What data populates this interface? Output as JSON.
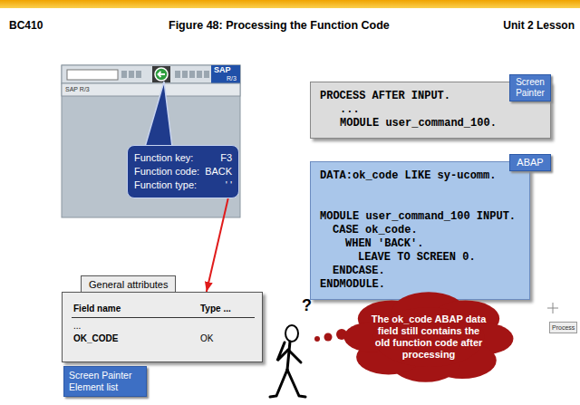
{
  "diagram": {
    "title": "Figure 48: Processing the Function Code",
    "nodes": [
      {
        "text": [
          "SAP R/3"
        ]
      },
      {
        "text": [
          "Function key:",
          "F3",
          "Function code:",
          "BACK",
          "Function type:",
          "' '"
        ],
        "in": 0
      },
      {
        "text": [
          "PROCESS AFTER INPUT.",
          "...",
          "MODULE user_command_100."
        ]
      },
      {
        "text": [
          "Screen Painter"
        ]
      },
      {
        "text": [
          "DATA:ok_code LIKE sy-ucomm.",
          "MODULE user_command_100 INPUT.",
          "CASE ok_code.",
          "WHEN 'BACK'.",
          "LEAVE TO SCREEN 0.",
          "ENDCASE.",
          "ENDMODULE."
        ]
      },
      {
        "text": [
          "ABAP"
        ]
      },
      {
        "text": [
          "General attributes",
          "Field name",
          "Type ...",
          "...",
          "OK_CODE",
          "OK"
        ]
      },
      {
        "text": [
          "Screen Painter Element list"
        ]
      },
      {
        "text": [
          "The ok_code ABAP data field still contains the old function code after processing"
        ]
      }
    ],
    "edges": [
      {
        "from": 1,
        "to": 6,
        "arrow": "to"
      }
    ],
    "labels": [
      "BC410",
      "Unit 2 Lesson",
      "SAP",
      "R/3",
      "?",
      "Process"
    ]
  }
}
